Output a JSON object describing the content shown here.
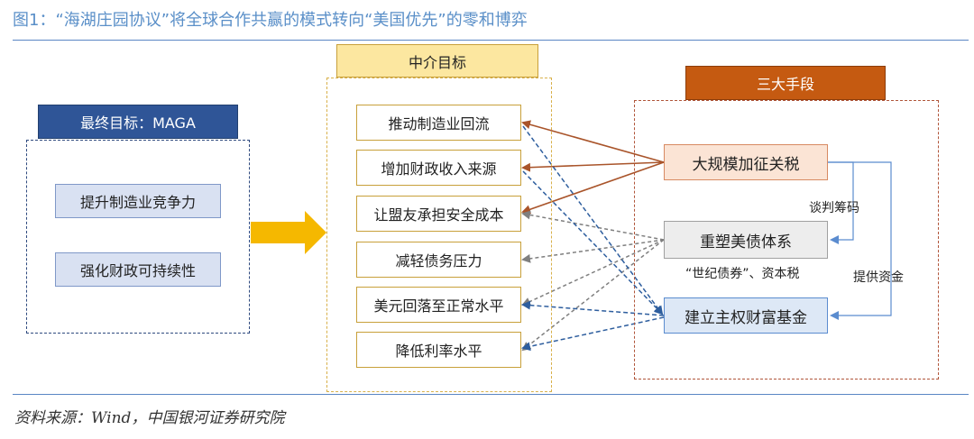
{
  "title": "图1：“海湖庄园协议”将全球合作共赢的模式转向“美国优先”的零和博弈",
  "source": "资料来源：Wind，中国银河证券研究院",
  "ultimate": {
    "header": "最终目标：MAGA",
    "items": [
      "提升制造业竞争力",
      "强化财政可持续性"
    ]
  },
  "intermediate": {
    "header": "中介目标",
    "items": [
      "推动制造业回流",
      "增加财政收入来源",
      "让盟友承担安全成本",
      "减轻债务压力",
      "美元回落至正常水平",
      "降低利率水平"
    ]
  },
  "means": {
    "header": "三大手段",
    "tariff": "大规模加征关税",
    "debt": "重塑美债体系",
    "fund": "建立主权财富基金"
  },
  "labels": {
    "negotiation": "谈判筹码",
    "century_bond": "“世纪债券”、资本税",
    "funding": "提供资金"
  },
  "colors": {
    "title_blue": "#5a8fc8",
    "tariff_arrow": "#a9542a",
    "debt_arrow": "#7f7f7f",
    "fund_arrow": "#2e5e9e",
    "big_arrow": "#f5b800"
  }
}
